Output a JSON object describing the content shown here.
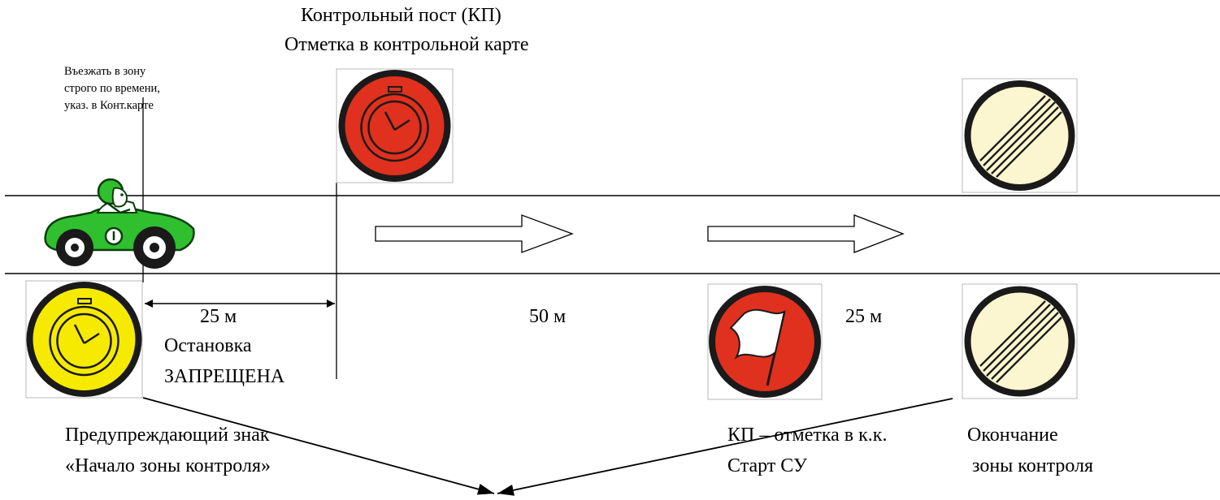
{
  "labels": {
    "cp_title_1": "Контрольный пост (КП)",
    "cp_title_2": "Отметка в контрольной карте",
    "entry_note_1": "Въезжать в зону",
    "entry_note_2": "строго по времени,",
    "entry_note_3": "указ. в Конт.карте",
    "dist_25_left": "25 м",
    "dist_50": "50 м",
    "dist_25_right": "25 м",
    "no_stop_1": "Остановка",
    "no_stop_2": "ЗАПРЕЩЕНА",
    "warning_1": "Предупреждающий знак",
    "warning_2": "«Начало зоны контроля»",
    "cp_start_1": "КП – отметка в к.к.",
    "cp_start_2": "Старт СУ",
    "end_zone_1": "Окончание",
    "end_zone_2": " зоны контроля"
  },
  "colors": {
    "line": "#000000",
    "sign_red": "#e0301e",
    "sign_yellow": "#f6ea00",
    "sign_cream": "#fbf6cf",
    "sign_ring": "#1a1a1a",
    "car_green": "#2fbf2f",
    "car_dark_green": "#0e7a0e",
    "sign_frame": "#b8b8b8"
  },
  "icons": {
    "car": "car-icon",
    "cp_sign": "clock-red-sign-icon",
    "warning_sign": "clock-yellow-sign-icon",
    "flag_sign": "flag-red-sign-icon",
    "end_sign": "end-of-restrictions-sign-icon",
    "arrow": "right-arrow-icon"
  }
}
